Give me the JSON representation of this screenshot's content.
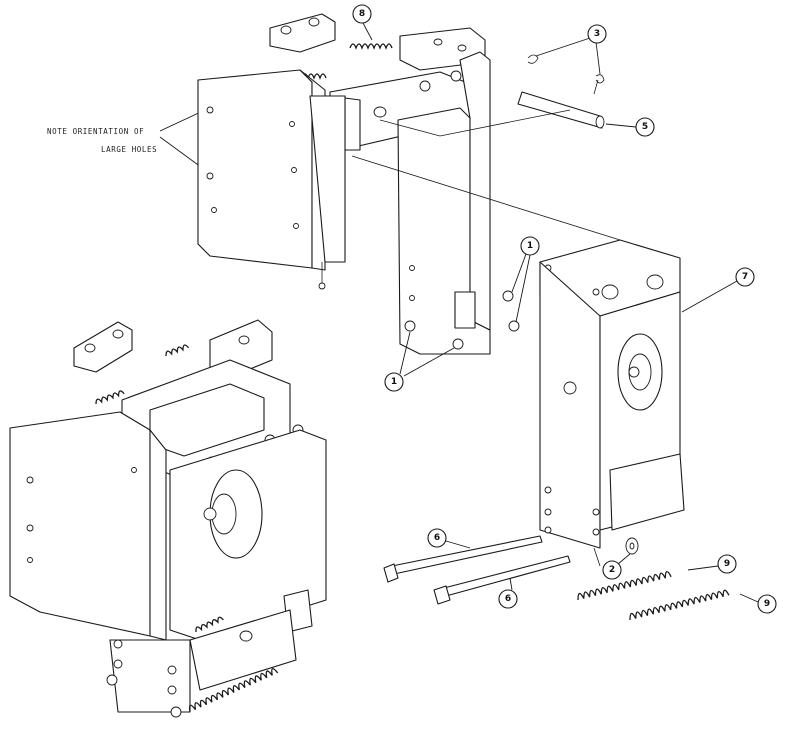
{
  "note": {
    "line1": "NOTE ORIENTATION OF",
    "line2": "LARGE HOLES"
  },
  "callouts": {
    "c1a": "1",
    "c1b": "1",
    "c2": "2",
    "c3": "3",
    "c5": "5",
    "c6a": "6",
    "c6b": "6",
    "c7": "7",
    "c8": "8",
    "c9a": "9",
    "c9b": "9"
  }
}
